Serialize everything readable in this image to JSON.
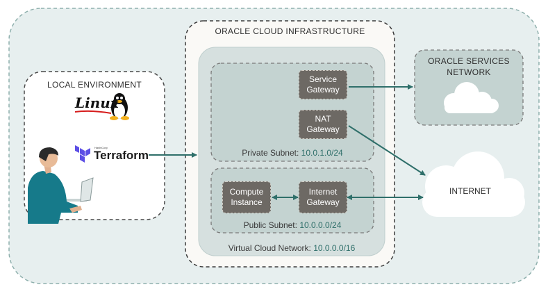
{
  "regions": {
    "local_environment": "LOCAL ENVIRONMENT",
    "oracle_cloud_infrastructure": "ORACLE CLOUD INFRASTRUCTURE",
    "oracle_services_network": "ORACLE SERVICES NETWORK",
    "internet": "INTERNET"
  },
  "subnets": {
    "private": {
      "label": "Private Subnet:",
      "cidr": "10.0.1.0/24"
    },
    "public": {
      "label": "Public Subnet:",
      "cidr": "10.0.0.0/24"
    },
    "vcn": {
      "label": "Virtual Cloud Network:",
      "cidr": "10.0.0.0/16"
    }
  },
  "components": {
    "service_gateway": "Service Gateway",
    "nat_gateway": "NAT Gateway",
    "compute_instance": "Compute Instance",
    "internet_gateway": "Internet Gateway"
  },
  "tools": {
    "linux": "Linux",
    "terraform_brand": "HashiCorp",
    "terraform": "Terraform"
  },
  "colors": {
    "outer_bg": "#e7efef",
    "vcn_bg": "#d6e0df",
    "subnet_bg": "#c4d3d1",
    "gateway": "#6d6964",
    "arrow": "#2f6f6a",
    "terraform_purple": "#5c4ee5"
  }
}
